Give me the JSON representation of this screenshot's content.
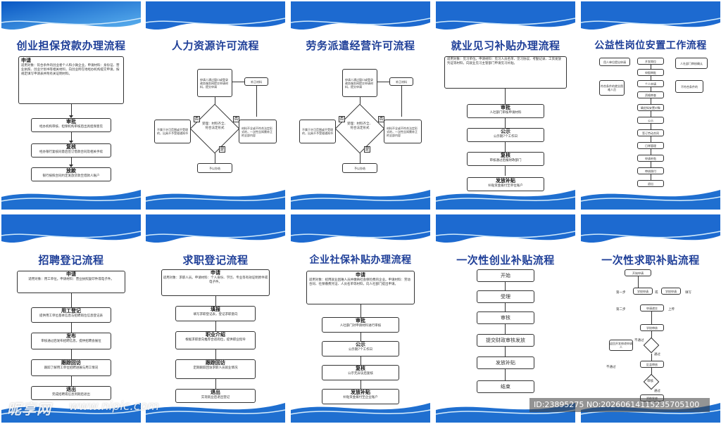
{
  "panels": [
    {
      "title": "创业担保贷款办理流程",
      "steps": [
        {
          "head": "申请",
          "body": "适用对象：符合条件的创业者个人和小微企业。申请材料：身份证、营业执照、创业计划书等相关材料，向创业所在地经办机构提交申请，按规定填写申请表并附有关证明材料。"
        },
        {
          "head": "审批",
          "body": "经办机构审核、担保机构审核后出具担保意见"
        },
        {
          "head": "复核",
          "body": "经办银行复核同意后签订借款合同及相关手续"
        },
        {
          "head": "放款",
          "body": "银行按照合同约定发放贷款至借款人账户"
        }
      ]
    },
    {
      "title": "人力资源许可流程",
      "box_apply": "申请人通过窗口或登录政务服务网提交申请材料，提交申请",
      "box_material": "补正材料",
      "diamond": "受理：材料齐全、符合法定形式",
      "box_no": "不属于许可范围或不受理的，出具不予受理通知书",
      "box_fix": "材料不全或不符合法定形式的，一次性告知需补正的全部内容",
      "tag_no": "否",
      "tag_fix": "否",
      "tag_yes": "是",
      "box_end": "予以办结"
    },
    {
      "title": "劳务派遣经营许可流程",
      "box_apply": "申请人通过窗口或登录政务服务网提交申请材料，提交申请",
      "box_material": "补正材料",
      "diamond": "受理：材料齐全、符合法定形式",
      "box_no": "不属于许可范围或不受理的，出具不予受理通知书",
      "box_fix": "材料不全或不符合法定形式的，一次性告知需补正的全部内容",
      "tag_no": "否",
      "tag_fix": "否",
      "tag_yes": "是",
      "box_end": "予以办结"
    },
    {
      "title": "就业见习补贴办理流程",
      "intro": "适用对象：见习单位。申请材料：见习人员名单、见习协议、考勤记录、工资发放凭证等材料，向就业见习主管部门申请见习补贴。",
      "steps": [
        {
          "head": "审批",
          "body": "人社部门审核申请材料"
        },
        {
          "head": "公示",
          "body": "公示期7个工作日"
        },
        {
          "head": "复核",
          "body": "审核通过后报财政部门"
        },
        {
          "head": "发放补贴",
          "body": "补贴资金拨付至单位账户"
        }
      ]
    },
    {
      "title": "公益性岗位安置工作流程",
      "items": [
        "开发岗位",
        "申报审批",
        "个人申请",
        "资格审查",
        "确定拟安置对象",
        "公示",
        "签订劳动合同",
        "日常管理",
        "申请补贴",
        "审核拨付",
        "退出"
      ],
      "side_left_top": "用人单位提出申请",
      "side_right_top": "人社部门审核确认",
      "side_left_mid": "符合条件的就业困难人员",
      "side_right_mid": "不符合条件的"
    },
    {
      "title": "招聘登记流程",
      "steps": [
        {
          "head": "申请",
          "body": "适用对象：用工单位。申请材料：营业执照复印件或电子件。"
        },
        {
          "head": "用工登记",
          "body": "提供用工单位基本信息与招聘岗位信息登记表"
        },
        {
          "head": "发布",
          "body": "审核通过后发布招聘信息，提供招聘会展位"
        },
        {
          "head": "跟踪回访",
          "body": "跟踪了解用工单位招聘进展与用工情况"
        },
        {
          "head": "退出",
          "body": "完成招聘或信息到期后退出"
        }
      ]
    },
    {
      "title": "求职登记流程",
      "steps": [
        {
          "head": "申请",
          "body": "适用对象：求职人员。申请材料：个人身份、学历、专业等有效证明原件或电子件。"
        },
        {
          "head": "填报",
          "body": "填写求职登记表，登记求职意向"
        },
        {
          "head": "职业介绍",
          "body": "根据求职意向推荐合适岗位，提供职业指导"
        },
        {
          "head": "跟踪回访",
          "body": "定期跟踪回访求职人员就业情况"
        },
        {
          "head": "退出",
          "body": "实现就业后退出登记"
        }
      ]
    },
    {
      "title": "企业社保补贴办理流程",
      "steps": [
        {
          "head": "申请",
          "body": "适用对象：招用就业困难人员并缴纳社会保险费的企业。申请材料：劳动合同、社保缴费凭证、人员名单等材料，向人社部门提出申请。"
        },
        {
          "head": "审批",
          "body": "人社部门对申请材料进行审核"
        },
        {
          "head": "公示",
          "body": "公示期7个工作日"
        },
        {
          "head": "复核",
          "body": "公示无异议后复核"
        },
        {
          "head": "发放补贴",
          "body": "补贴资金拨付至企业账户"
        }
      ]
    },
    {
      "title": "一次性创业补贴流程",
      "items": [
        "开始",
        "受理",
        "审核",
        "提交财政审核发放",
        "发放补贴",
        "结束"
      ]
    },
    {
      "title": "一次性求职补贴流程",
      "start": "开始申请",
      "step1": "第一步",
      "step2": "第二步",
      "apply_school": "学校申请",
      "or": "或",
      "apply_self": "学校申请",
      "fill": "填写",
      "review_submit": "申请递交",
      "upload": "上传",
      "school_review": "学校审核",
      "return_apply": "返回开发修改申请人",
      "dept_review": "区县审核",
      "final": "审核",
      "done": "资助发放",
      "pass": "通过",
      "fail": "不通过",
      "fail2": "不通过",
      "pass2": "通过"
    }
  ],
  "watermark": {
    "logo_text": "昵享网",
    "url": "www.nipic.com",
    "id_line": "ID:23895275 NO:20260614115235705100"
  }
}
